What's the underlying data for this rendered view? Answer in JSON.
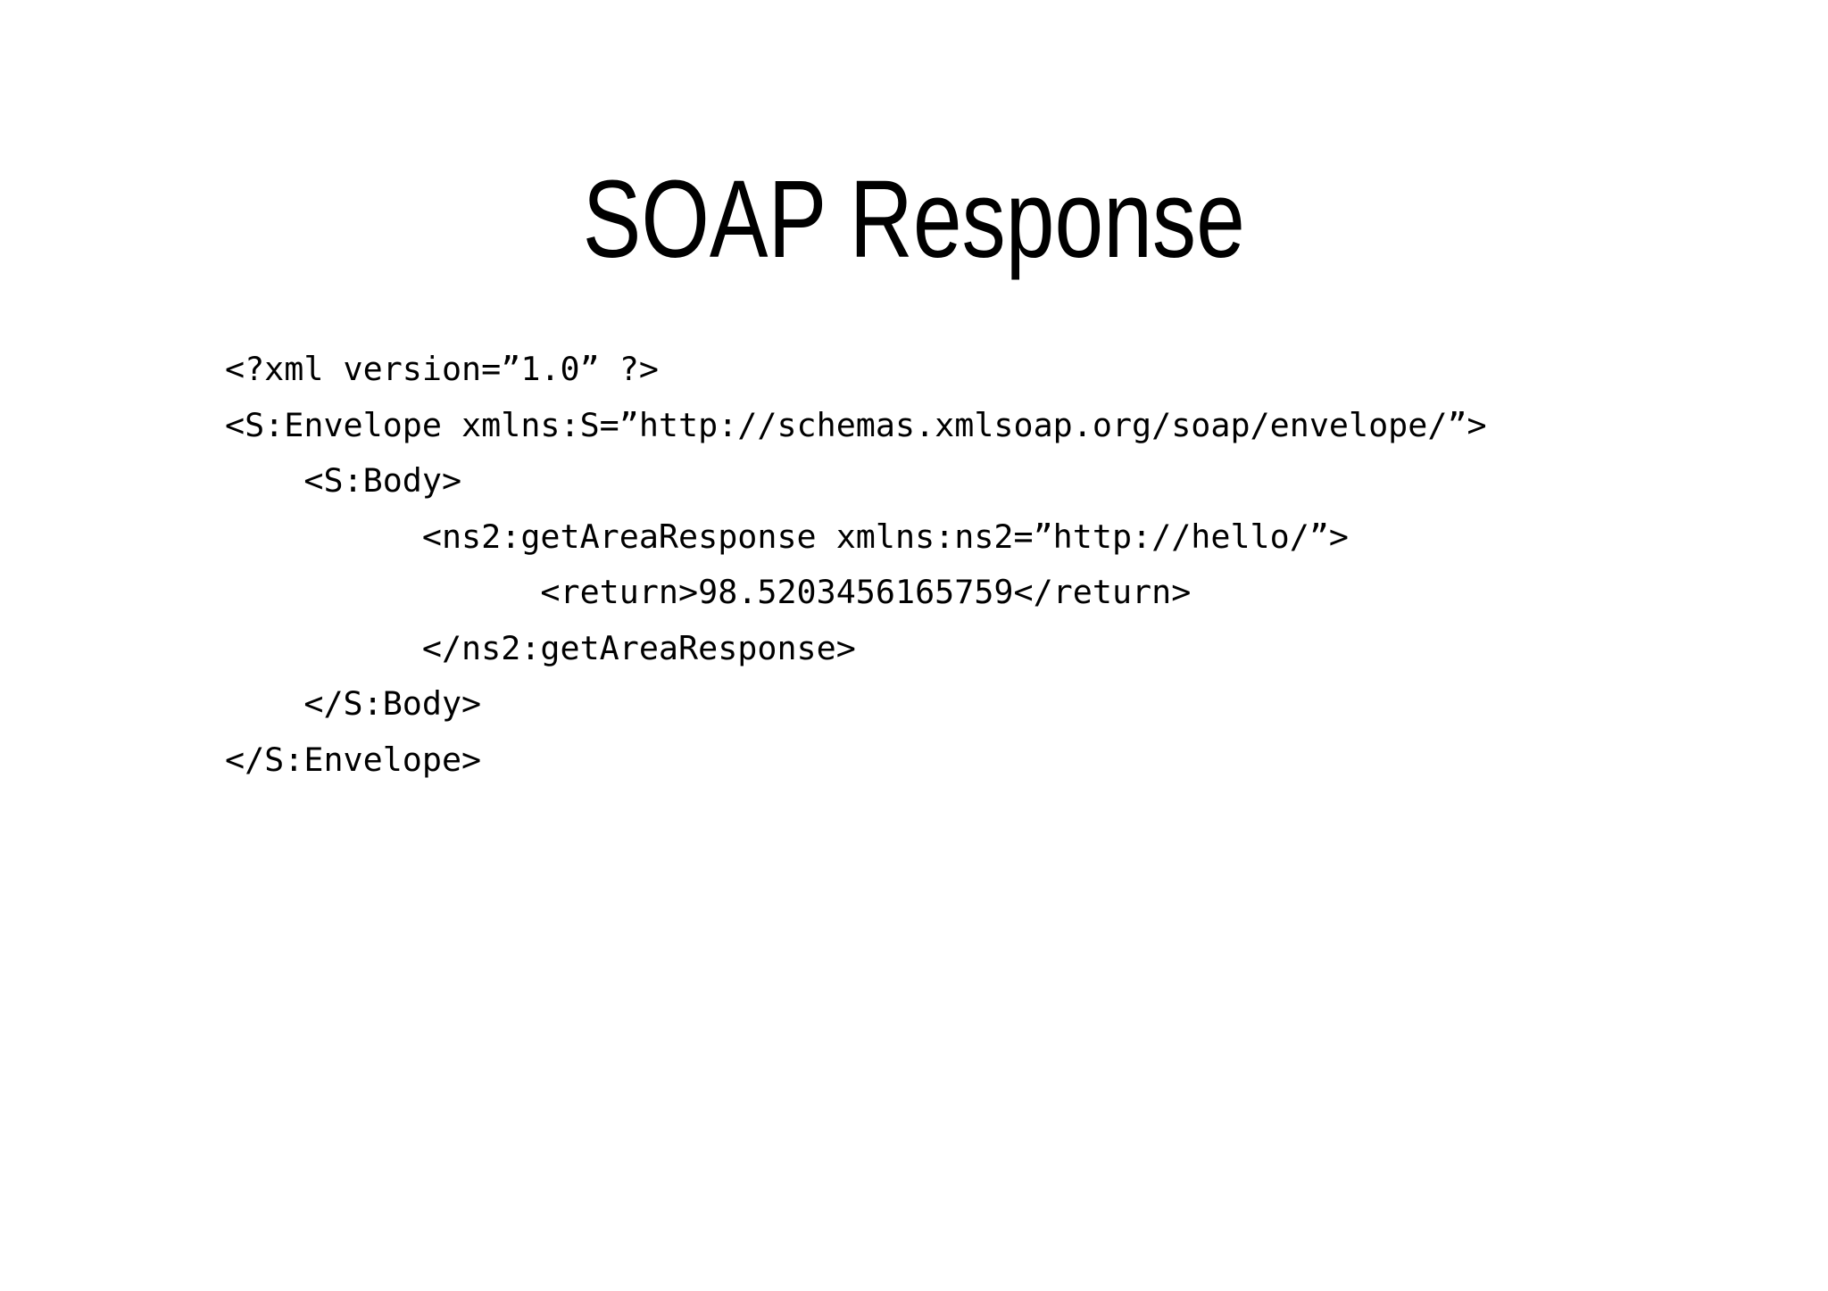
{
  "slide": {
    "title": "SOAP Response"
  },
  "code": {
    "lines": [
      "<?xml version=”1.0” ?>",
      "<S:Envelope xmlns:S=”http://schemas.xmlsoap.org/soap/envelope/”>",
      "    <S:Body>",
      "          <ns2:getAreaResponse xmlns:ns2=”http://hello/”>",
      "                <return>98.5203456165759</return>",
      "          </ns2:getAreaResponse>",
      "    </S:Body>",
      "</S:Envelope>"
    ]
  }
}
